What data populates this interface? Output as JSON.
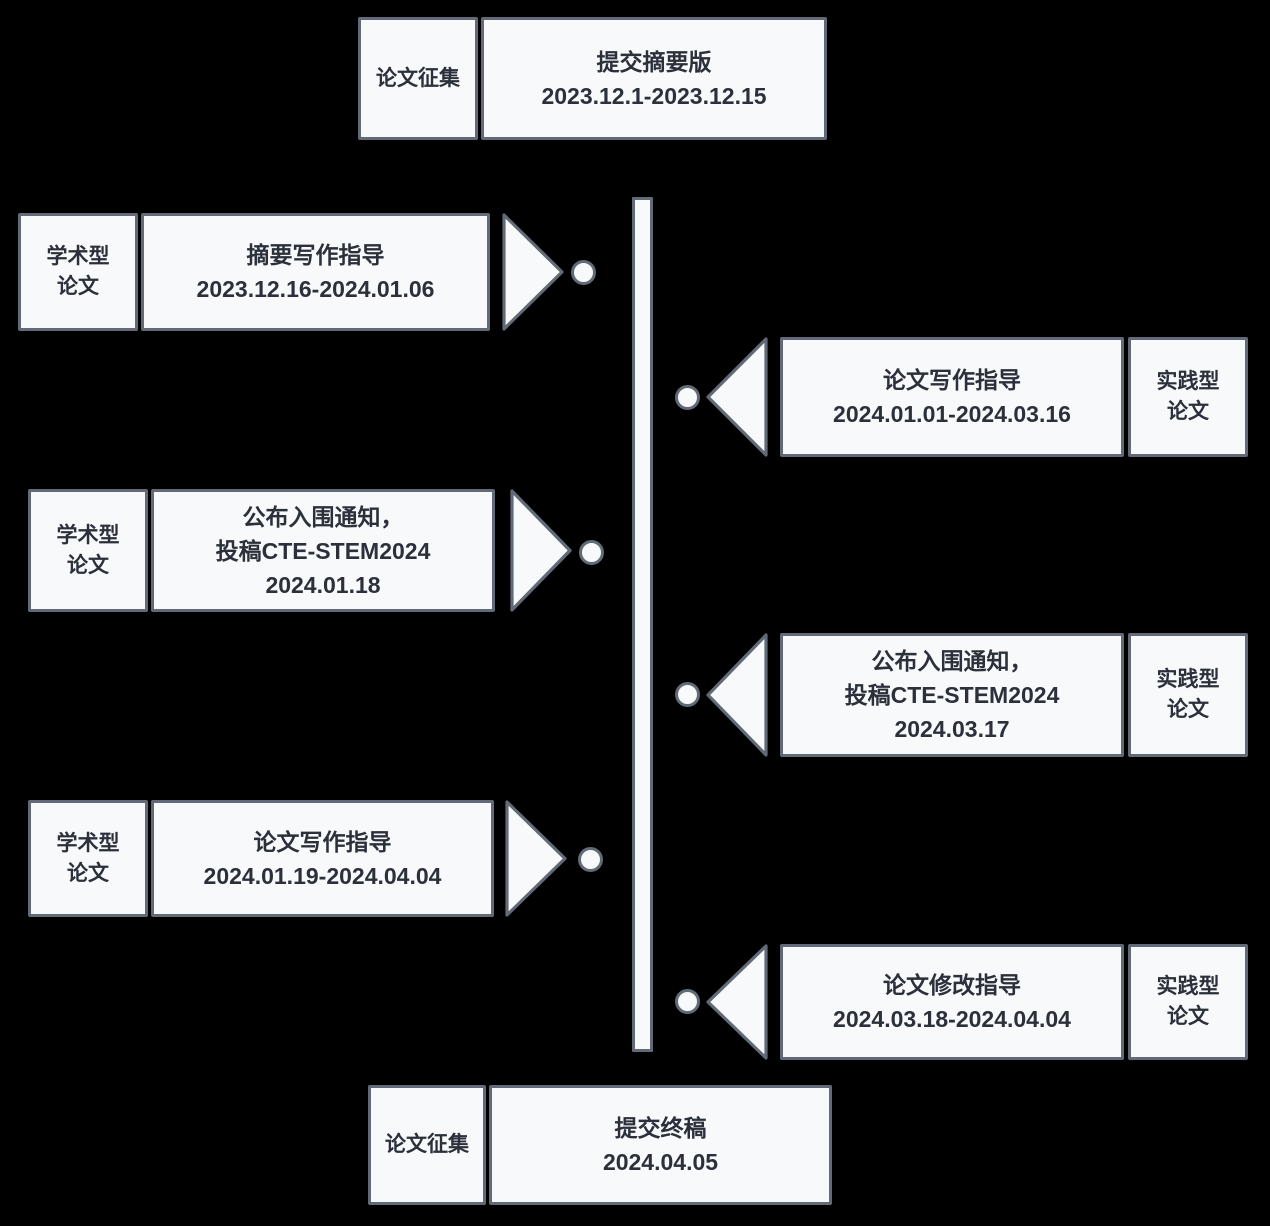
{
  "colors": {
    "background": "#000000",
    "box_fill": "#f8f9fb",
    "box_border": "#626a77",
    "text": "#2b303b"
  },
  "top_milestone": {
    "category": "论文征集",
    "text": "提交摘要版\n2023.12.1-2023.12.15"
  },
  "left_rows": [
    {
      "category": "学术型\n论文",
      "text": "摘要写作指导\n2023.12.16-2024.01.06"
    },
    {
      "category": "学术型\n论文",
      "text": "公布入围通知，\n投稿CTE-STEM2024\n2024.01.18"
    },
    {
      "category": "学术型\n论文",
      "text": "论文写作指导\n2024.01.19-2024.04.04"
    }
  ],
  "right_rows": [
    {
      "text": "论文写作指导\n2024.01.01-2024.03.16",
      "category": "实践型\n论文"
    },
    {
      "text": "公布入围通知，\n投稿CTE-STEM2024\n2024.03.17",
      "category": "实践型\n论文"
    },
    {
      "text": "论文修改指导\n2024.03.18-2024.04.04",
      "category": "实践型\n论文"
    }
  ],
  "bottom_milestone": {
    "category": "论文征集",
    "text": "提交终稿\n2024.04.05"
  },
  "icons": {
    "timeline_bar": "vertical-timeline",
    "dot": "timeline-node",
    "arrow_right": "arrow-right-triangle",
    "arrow_left": "arrow-left-triangle"
  }
}
